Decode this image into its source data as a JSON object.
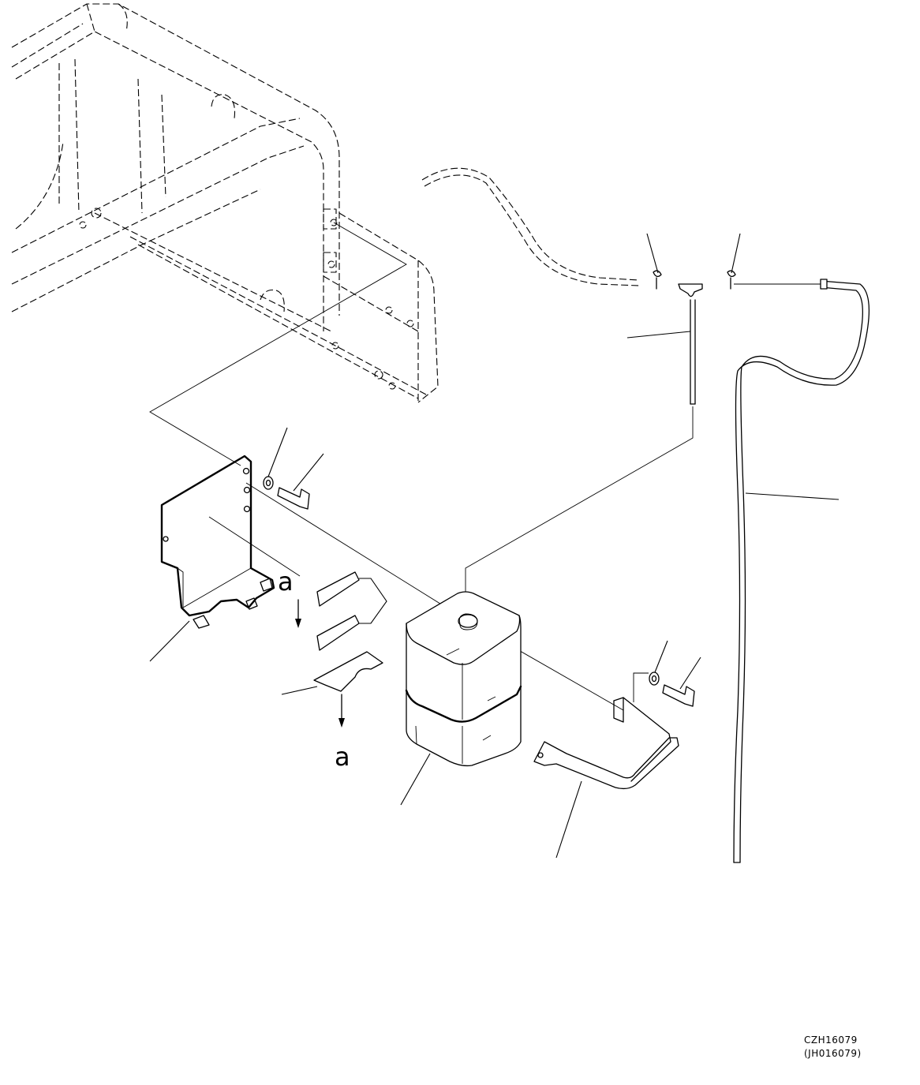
{
  "view_labels": {
    "a_top": "a",
    "a_bottom": "a"
  },
  "drawing_code": "CZH16079",
  "drawing_code_alt": "(JH016079)"
}
